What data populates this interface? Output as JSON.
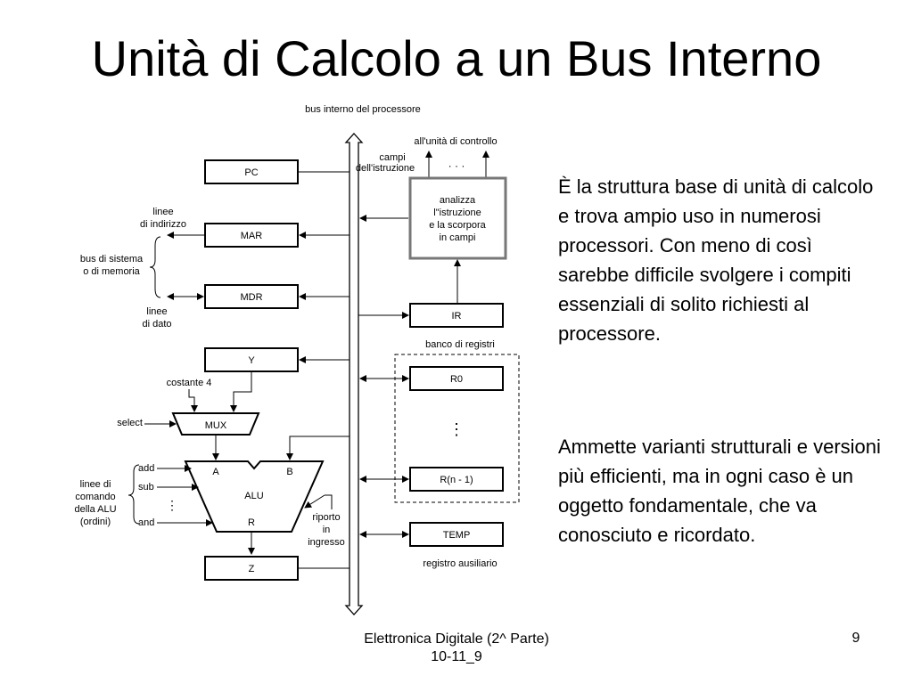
{
  "title": "Unità di Calcolo a un Bus Interno",
  "paragraphs": [
    "È la struttura base di unità di calcolo e trova ampio uso in numerosi processori. Con meno di così sarebbe difficile svolgere i compiti essenziali di solito richiesti al processore.",
    "Ammette varianti strutturali e versioni più efficienti, ma in ogni caso è un oggetto fondamentale, che va conosciuto e ricordato."
  ],
  "footer": {
    "line1": "Elettronica Digitale (2^ Parte)",
    "line2": "10-11_9",
    "page": "9"
  },
  "diagram": {
    "bus_label": "bus interno del processore",
    "control_label": "all'unità di controllo",
    "campi_1": "campi",
    "campi_2": "dell'istruzione",
    "analyzer": [
      "analizza",
      "l\"istruzione",
      "e la scorpora",
      "in campi"
    ],
    "registers": {
      "pc": "PC",
      "mar": "MAR",
      "mdr": "MDR",
      "y": "Y",
      "z": "Z",
      "ir": "IR",
      "r0": "R0",
      "rn": "R(n - 1)",
      "temp": "TEMP"
    },
    "mux": "MUX",
    "alu": {
      "label": "ALU",
      "a": "A",
      "b": "B",
      "r": "R"
    },
    "left_labels": {
      "linee_indirizzo_1": "linee",
      "linee_indirizzo_2": "di indirizzo",
      "bus_sistema_1": "bus di sistema",
      "bus_sistema_2": "o di memoria",
      "linee_dato_1": "linee",
      "linee_dato_2": "di dato",
      "costante": "costante 4",
      "select": "select",
      "comando_1": "linee di",
      "comando_2": "comando",
      "comando_3": "della ALU",
      "comando_4": "(ordini)",
      "add": "add",
      "sub": "sub",
      "and": "and",
      "riporto_1": "riporto",
      "riporto_2": "in",
      "riporto_3": "ingresso"
    },
    "banco_label": "banco di registri",
    "aux_label": "registro ausiliario"
  }
}
